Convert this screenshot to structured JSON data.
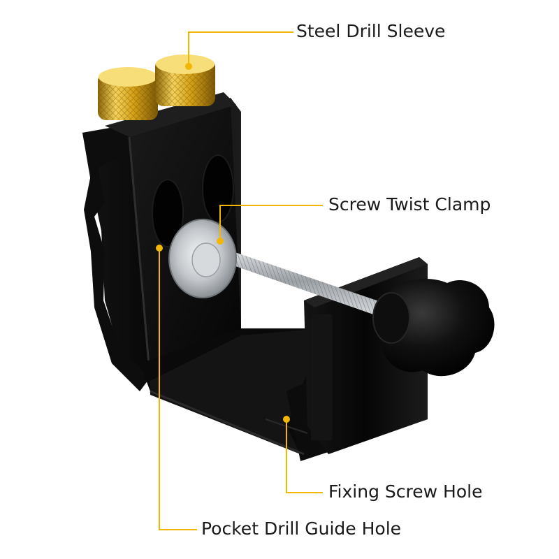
{
  "colors": {
    "background": "#ffffff",
    "leader_line": "#f2b705",
    "body": "#0b0b0b",
    "brass": "#d4a017",
    "steel": "#b9bdc2",
    "label_text": "#1a1a1a"
  },
  "product": {
    "name": ""
  },
  "callouts": {
    "steel_drill_sleeve": "Steel Drill Sleeve",
    "screw_twist_clamp": "Screw Twist Clamp",
    "fixing_screw_hole": "Fixing Screw Hole",
    "pocket_drill_guide_hole": "Pocket Drill Guide Hole"
  }
}
